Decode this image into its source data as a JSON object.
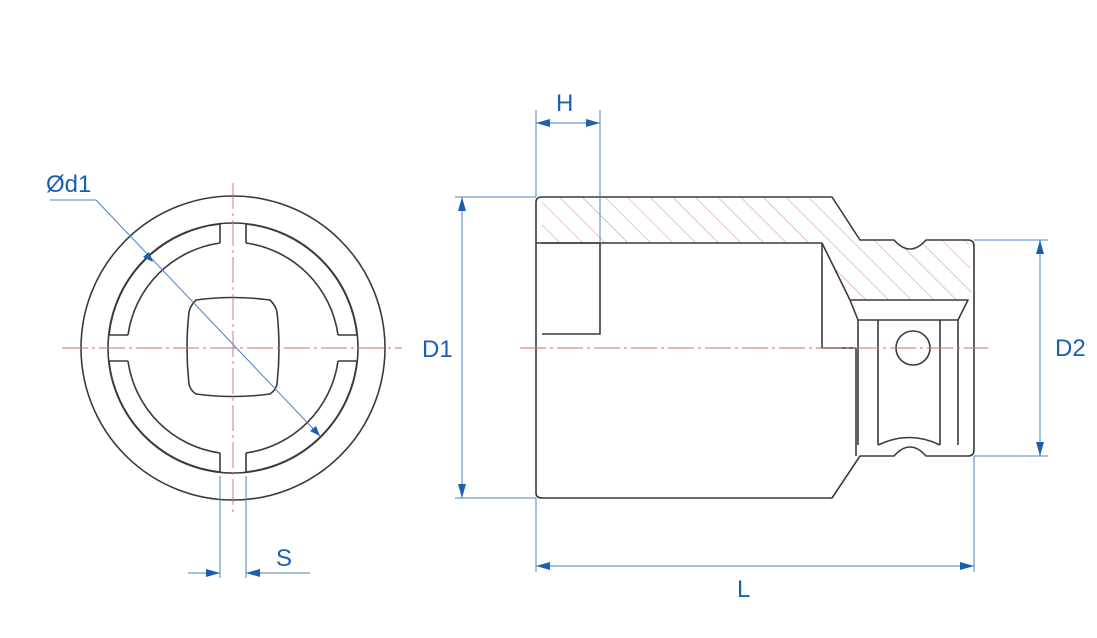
{
  "labels": {
    "diameter": "Ød1",
    "slot_width": "S",
    "depth": "H",
    "outer_diameter": "D1",
    "drive_diameter": "D2",
    "length": "L"
  },
  "colors": {
    "outline": "#3a3a3a",
    "dimension": "#1b5fae",
    "centerline": "#d06a6a",
    "hatch": "#c98080"
  }
}
